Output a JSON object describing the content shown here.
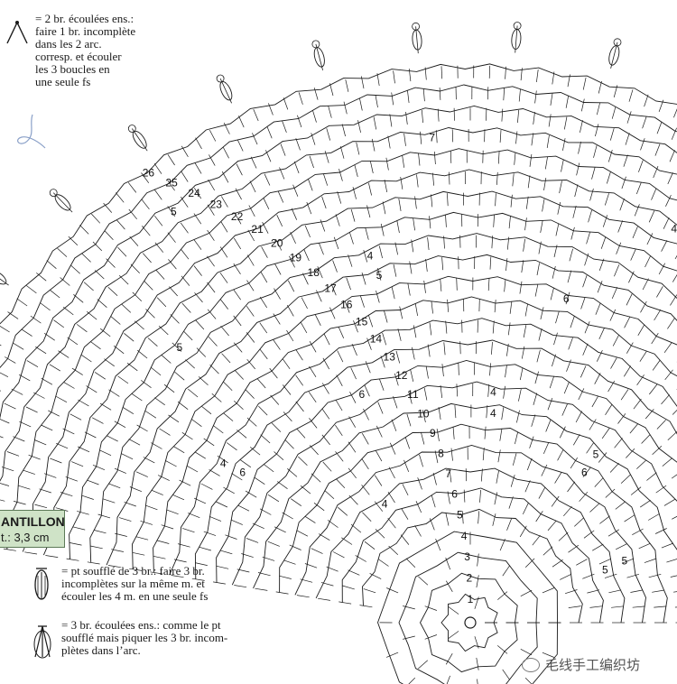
{
  "legend": {
    "decrease2": "= 2 br. écoulées ens.:\nfaire 1 br. incomplète\ndans les 2 arc.\ncorresp. et écouler\nles 3 boucles en\nune seule fs",
    "puff3": "= pt soufflé de 3 br.: faire 3 br.\nincomplètes sur la même m. et\nécouler les 4 m. en une seule fs",
    "cluster3": "= 3 br. écoulées ens.: comme le pt\nsoufflé mais piquer les 3 br. incom-\nplètes dans l’arc."
  },
  "sample": {
    "title": "ANTILLON",
    "size": "t.: 3,3 cm"
  },
  "round_numbers": [
    "1",
    "2",
    "3",
    "4",
    "5",
    "6",
    "7",
    "8",
    "9",
    "10",
    "11",
    "12",
    "13",
    "14",
    "15",
    "16",
    "17",
    "18",
    "19",
    "20",
    "21",
    "22",
    "23",
    "24",
    "25",
    "26"
  ],
  "repeat_labels": [
    "5",
    "5",
    "4",
    "4",
    "5",
    "5",
    "6",
    "6",
    "6",
    "6",
    "7",
    "6",
    "5",
    "5",
    "5",
    "5",
    "4",
    "4",
    "4",
    "4",
    "4",
    "5"
  ],
  "watermark": "毛线手工编织坊",
  "colors": {
    "ink": "#1a1a1a",
    "sample_bg": "#cfe3c7"
  }
}
